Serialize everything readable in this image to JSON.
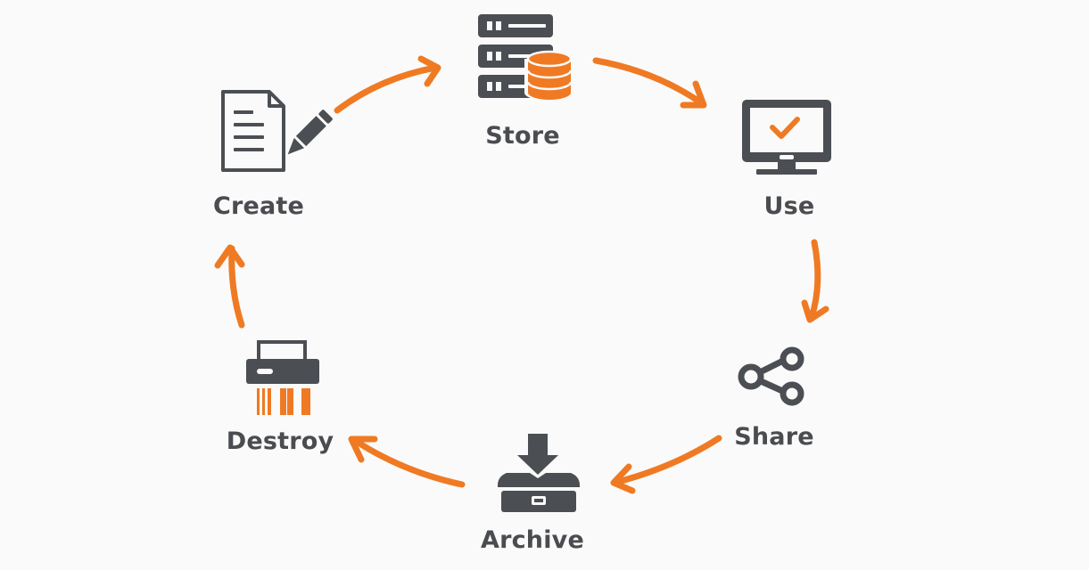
{
  "diagram": {
    "title": "Data lifecycle",
    "type": "cycle",
    "colors": {
      "background": "#fafafa",
      "icon_dark": "#4b4e53",
      "accent": "#ef7a23",
      "text": "#4a4c50"
    },
    "stages": [
      {
        "id": "store",
        "label": "Store",
        "icon": "server-database-icon"
      },
      {
        "id": "use",
        "label": "Use",
        "icon": "monitor-checkmark-icon"
      },
      {
        "id": "share",
        "label": "Share",
        "icon": "share-icon"
      },
      {
        "id": "archive",
        "label": "Archive",
        "icon": "archive-box-icon"
      },
      {
        "id": "destroy",
        "label": "Destroy",
        "icon": "shredder-icon"
      },
      {
        "id": "create",
        "label": "Create",
        "icon": "document-pencil-icon"
      }
    ],
    "flow": [
      {
        "from": "create",
        "to": "store"
      },
      {
        "from": "store",
        "to": "use"
      },
      {
        "from": "use",
        "to": "share"
      },
      {
        "from": "share",
        "to": "archive"
      },
      {
        "from": "archive",
        "to": "destroy"
      },
      {
        "from": "destroy",
        "to": "create"
      }
    ]
  }
}
